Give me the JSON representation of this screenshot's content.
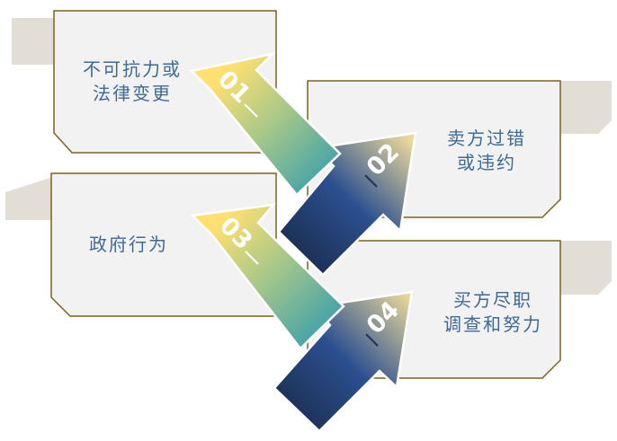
{
  "colors": {
    "card_fill": "#f2f2f3",
    "card_border": "#7a6321",
    "tab_fill": "#e2ded6",
    "label_text": "#3f6a93",
    "gold": "#ffe071",
    "teal": "#4ea7a6",
    "navy": "#2b4f8f",
    "navy_dark": "#1d3258"
  },
  "steps": [
    {
      "number": "01",
      "label": "不可抗力或\n法律变更"
    },
    {
      "number": "02",
      "label": "卖方过错\n或违约"
    },
    {
      "number": "03",
      "label": "政府行为"
    },
    {
      "number": "04",
      "label": "买方尽职\n调查和努力"
    }
  ]
}
